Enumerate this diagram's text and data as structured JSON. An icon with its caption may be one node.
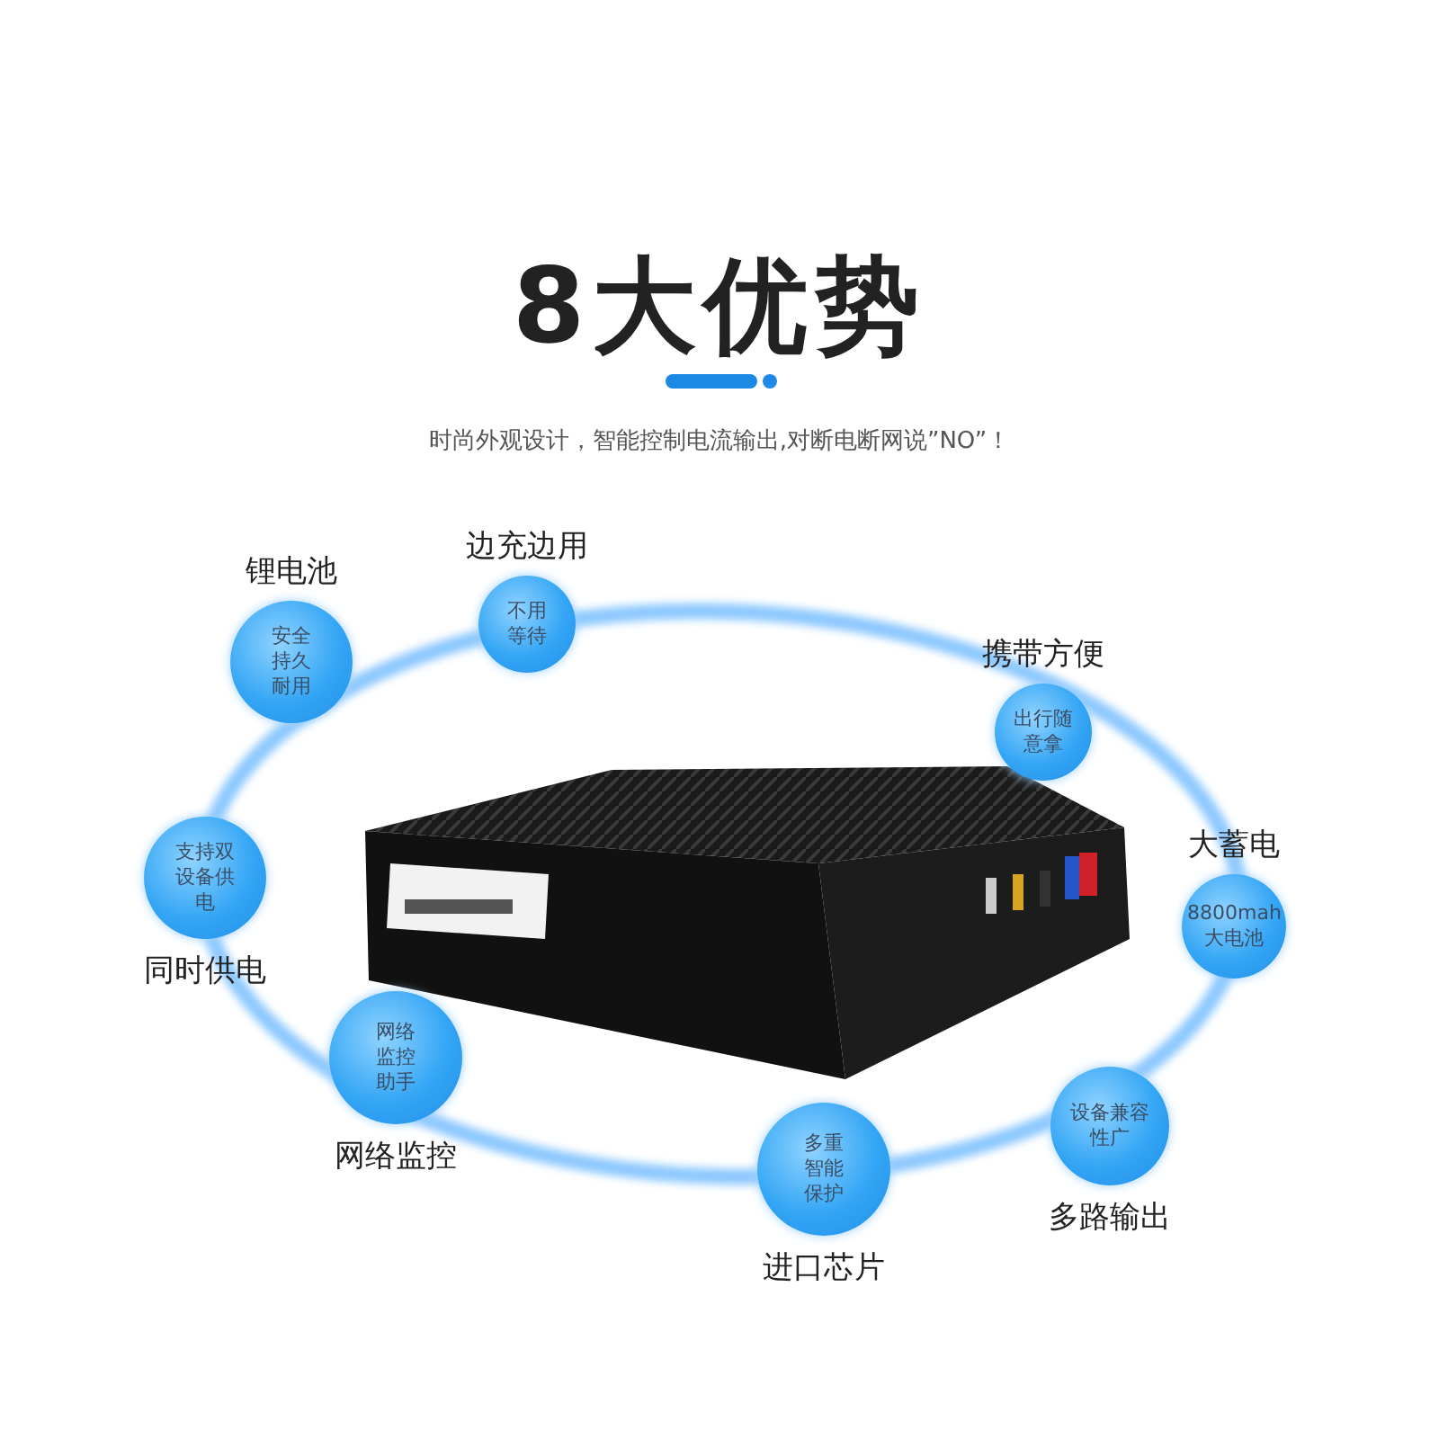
{
  "diagram": {
    "title": "8大优势",
    "nodes": [
      {
        "text": [
          "锂电池",
          "安全持久耐用"
        ]
      },
      {
        "text": [
          "边充边用",
          "不用等待"
        ]
      },
      {
        "text": [
          "携带方便",
          "出行随意拿"
        ]
      },
      {
        "text": [
          "大蓄电",
          "8800mah 大电池"
        ]
      },
      {
        "text": [
          "设备兼容性广",
          "多路输出"
        ]
      },
      {
        "text": [
          "多重智能保护",
          "进口芯片"
        ]
      },
      {
        "text": [
          "网络监控助手",
          "网络监控"
        ]
      },
      {
        "text": [
          "支持双设备供电",
          "同时供电"
        ]
      }
    ],
    "labels": [
      "时尚外观设计，智能控制电流输出,对断电断网说”NO”！"
    ]
  }
}
